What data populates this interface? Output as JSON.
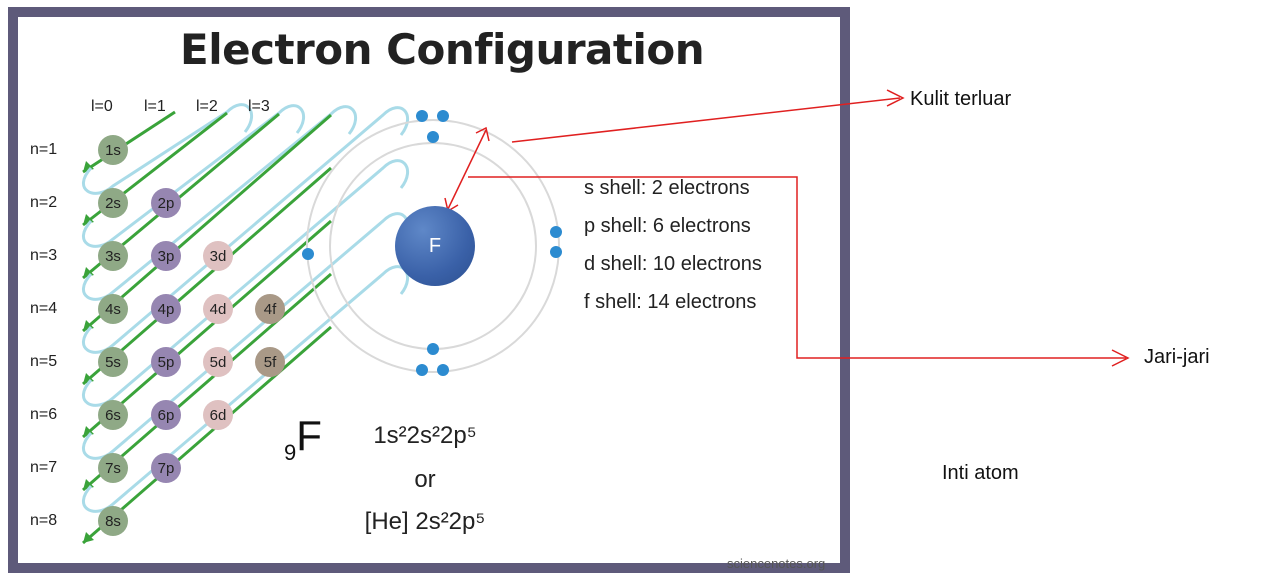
{
  "title": "Electron Configuration",
  "l_headers": [
    "l=0",
    "l=1",
    "l=2",
    "l=3"
  ],
  "n_labels": [
    "n=1",
    "n=2",
    "n=3",
    "n=4",
    "n=5",
    "n=6",
    "n=7",
    "n=8"
  ],
  "orbital_rows": [
    [
      "1s"
    ],
    [
      "2s",
      "2p"
    ],
    [
      "3s",
      "3p",
      "3d"
    ],
    [
      "4s",
      "4p",
      "4d",
      "4f"
    ],
    [
      "5s",
      "5p",
      "5d",
      "5f"
    ],
    [
      "6s",
      "6p",
      "6d"
    ],
    [
      "7s",
      "7p"
    ],
    [
      "8s"
    ]
  ],
  "colors": {
    "frame": "#5e5a7a",
    "s": "#8fa986",
    "p": "#9686b1",
    "d": "#dfc1c1",
    "f": "#a99987",
    "arrow_green": "#3aa33a",
    "loop_blue": "#a9dbe8",
    "electron": "#2c8bd0",
    "annotation_red": "#e02020"
  },
  "atom": {
    "nucleus_symbol": "F"
  },
  "shell_capacities": [
    "s shell: 2 electrons",
    "p shell: 6 electrons",
    "d shell: 10 electrons",
    "f shell: 14 electrons"
  ],
  "element": {
    "atomic_number": "9",
    "symbol": "F"
  },
  "configuration": {
    "full": "1s²2s²2p⁵",
    "or": "or",
    "noble": "[He] 2s²2p⁵"
  },
  "credit": "sciencenotes.org",
  "annotations": {
    "outer_shell": "Kulit terluar",
    "radius": "Jari-jari",
    "nucleus": "Inti atom"
  }
}
